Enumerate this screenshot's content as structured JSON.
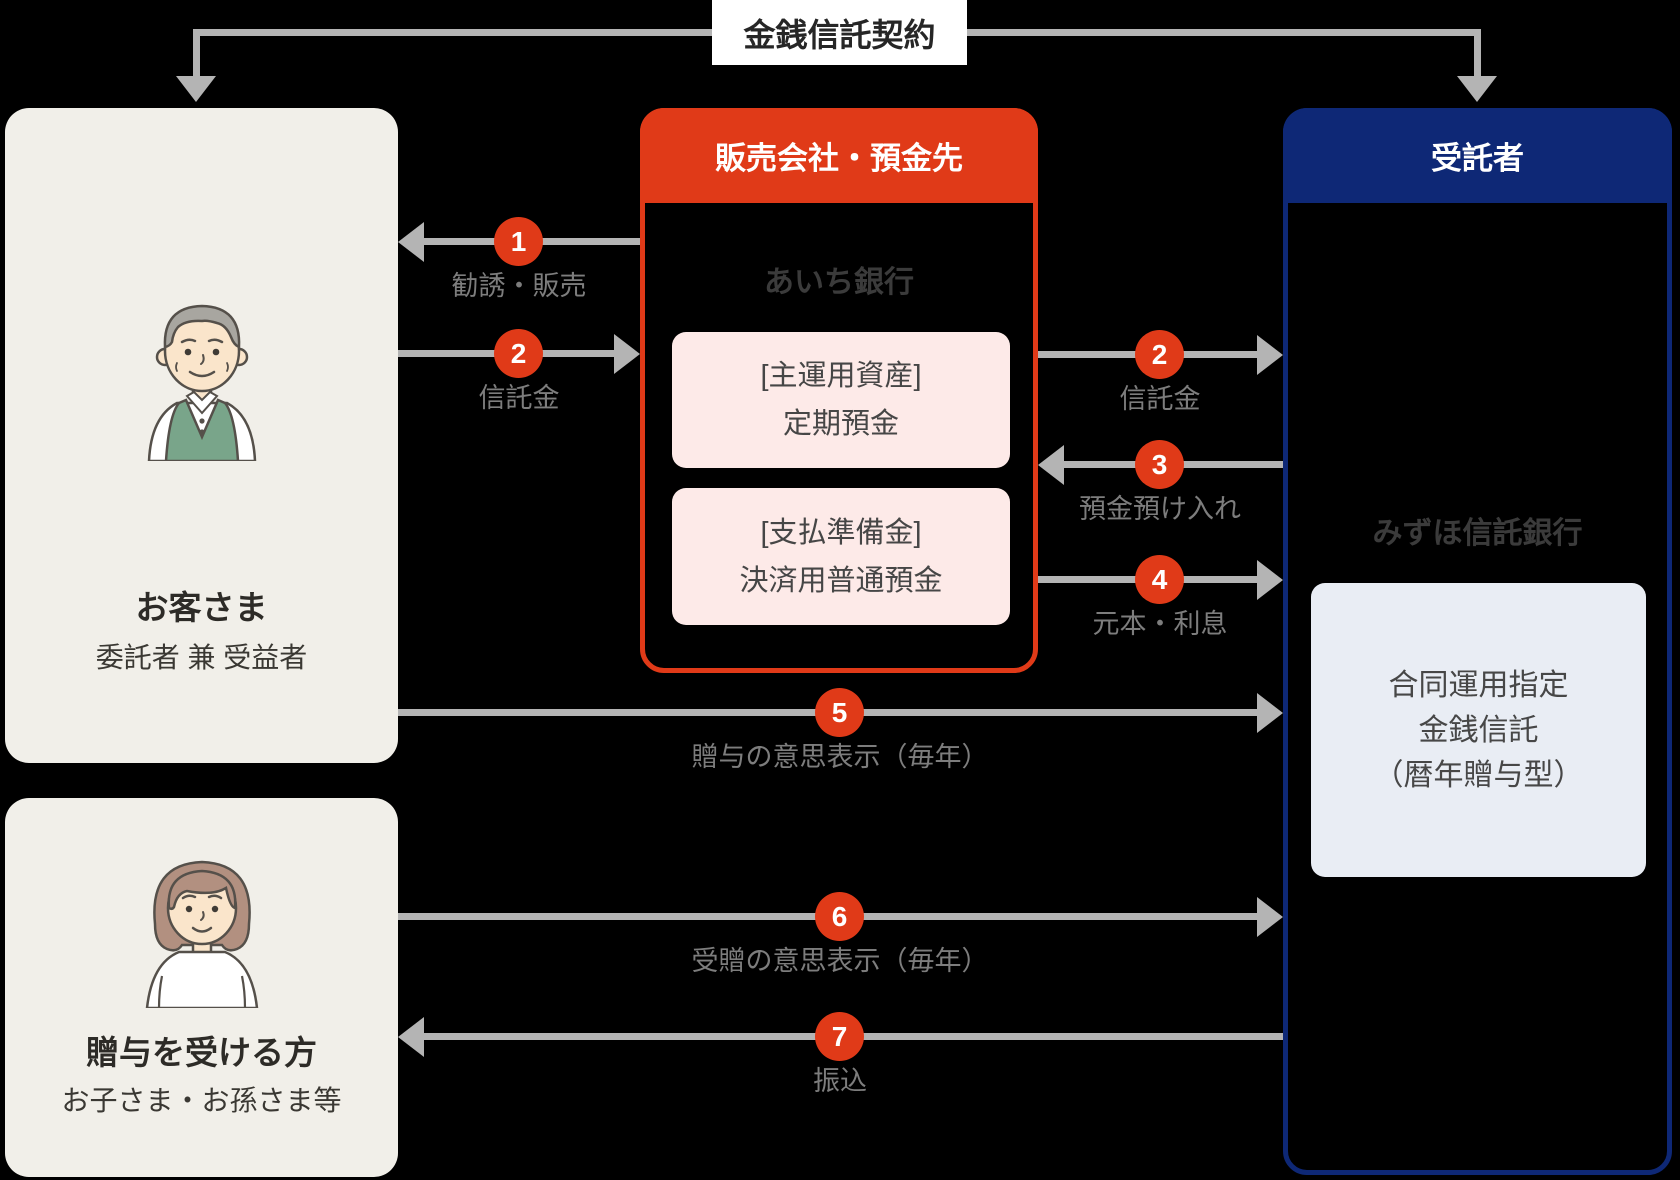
{
  "contract_label": "金銭信託契約",
  "customer": {
    "icon": "elderly-man-illustration",
    "title": "お客さま",
    "subtitle": "委託者 兼 受益者"
  },
  "recipient": {
    "icon": "woman-illustration",
    "title": "贈与を受ける方",
    "subtitle": "お子さま・お孫さま等"
  },
  "sales": {
    "header": "販売会社・預金先",
    "bank_name": "あいち銀行",
    "asset_box": {
      "line1": "[主運用資産]",
      "line2": "定期預金"
    },
    "reserve_box": {
      "line1": "[支払準備金]",
      "line2": "決済用普通預金"
    }
  },
  "trustee": {
    "header": "受託者",
    "bank_name": "みずほ信託銀行",
    "product_box": {
      "line1": "合同運用指定",
      "line2": "金銭信託",
      "line3": "（暦年贈与型）"
    }
  },
  "arrows": [
    {
      "num": "1",
      "label": "勧誘・販売"
    },
    {
      "num": "2",
      "label": "信託金"
    },
    {
      "num": "2",
      "label": "信託金"
    },
    {
      "num": "3",
      "label": "預金預け入れ"
    },
    {
      "num": "4",
      "label": "元本・利息"
    },
    {
      "num": "5",
      "label": "贈与の意思表示（毎年）"
    },
    {
      "num": "6",
      "label": "受贈の意思表示（毎年）"
    },
    {
      "num": "7",
      "label": "振込"
    }
  ],
  "colors": {
    "background": "#000000",
    "accent_red": "#e03a18",
    "brand_navy": "#0e2876",
    "panel_beige": "#f1efe9",
    "pink_box": "#fdeae8",
    "product_box_blue": "#e9edf4",
    "arrow_gray": "#b4b4b4",
    "label_gray": "#7d7d7d"
  }
}
